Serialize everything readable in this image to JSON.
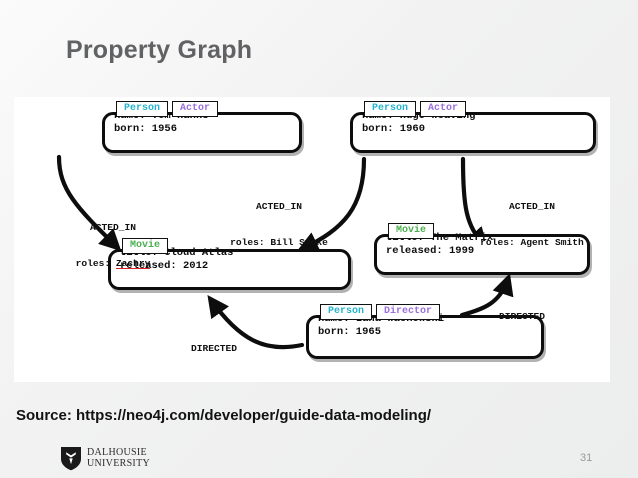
{
  "slide": {
    "title": "Property Graph",
    "source": "Source: https://neo4j.com/developer/guide-data-modeling/",
    "page_number": "31",
    "footer": {
      "logo_line1": "DALHOUSIE",
      "logo_line2": "UNIVERSITY",
      "crest_icon": "shield-crest-icon"
    }
  },
  "graph": {
    "nodes": [
      {
        "id": "tom-hanks",
        "tabs": [
          {
            "label": "Person",
            "kind": "person"
          },
          {
            "label": "Actor",
            "kind": "actor"
          }
        ],
        "properties": "name: Tom Hanks\nborn: 1956"
      },
      {
        "id": "hugo-weaving",
        "tabs": [
          {
            "label": "Person",
            "kind": "person"
          },
          {
            "label": "Actor",
            "kind": "actor"
          }
        ],
        "properties": "name: Hugo Weaving\nborn: 1960"
      },
      {
        "id": "cloud-atlas",
        "tabs": [
          {
            "label": "Movie",
            "kind": "movie"
          }
        ],
        "properties": "title: Cloud Atlas\nreleased: 2012"
      },
      {
        "id": "the-matrix",
        "tabs": [
          {
            "label": "Movie",
            "kind": "movie"
          }
        ],
        "properties": "title: The Matrix\nreleased: 1999"
      },
      {
        "id": "lana-wachowski",
        "tabs": [
          {
            "label": "Person",
            "kind": "person"
          },
          {
            "label": "Director",
            "kind": "director"
          }
        ],
        "properties": "name: Lana Wachowski\nborn: 1965"
      }
    ],
    "relationships": [
      {
        "id": "acted-in-zachry",
        "type": "ACTED_IN",
        "property": "roles: ",
        "property_value": "Zachry",
        "value_misspelled": true,
        "from": "tom-hanks",
        "to": "cloud-atlas"
      },
      {
        "id": "acted-in-bill-smoke",
        "type": "ACTED_IN",
        "property": "roles: Bill Smoke",
        "from": "hugo-weaving",
        "to": "cloud-atlas"
      },
      {
        "id": "acted-in-agent-smith",
        "type": "ACTED_IN",
        "property": "roles: Agent Smith",
        "from": "hugo-weaving",
        "to": "the-matrix"
      },
      {
        "id": "directed-matrix",
        "type": "DIRECTED",
        "property": "",
        "from": "lana-wachowski",
        "to": "the-matrix"
      },
      {
        "id": "directed-cloud-atlas",
        "type": "DIRECTED",
        "property": "",
        "from": "lana-wachowski",
        "to": "cloud-atlas"
      }
    ]
  },
  "colors": {
    "person": "#27b3cd",
    "actor": "#9b70dd",
    "director": "#9b70dd",
    "movie": "#4caf50",
    "stroke": "#0d0d0d",
    "misspell": "#e02020",
    "title": "#616264",
    "canvas": "#ffffff"
  }
}
